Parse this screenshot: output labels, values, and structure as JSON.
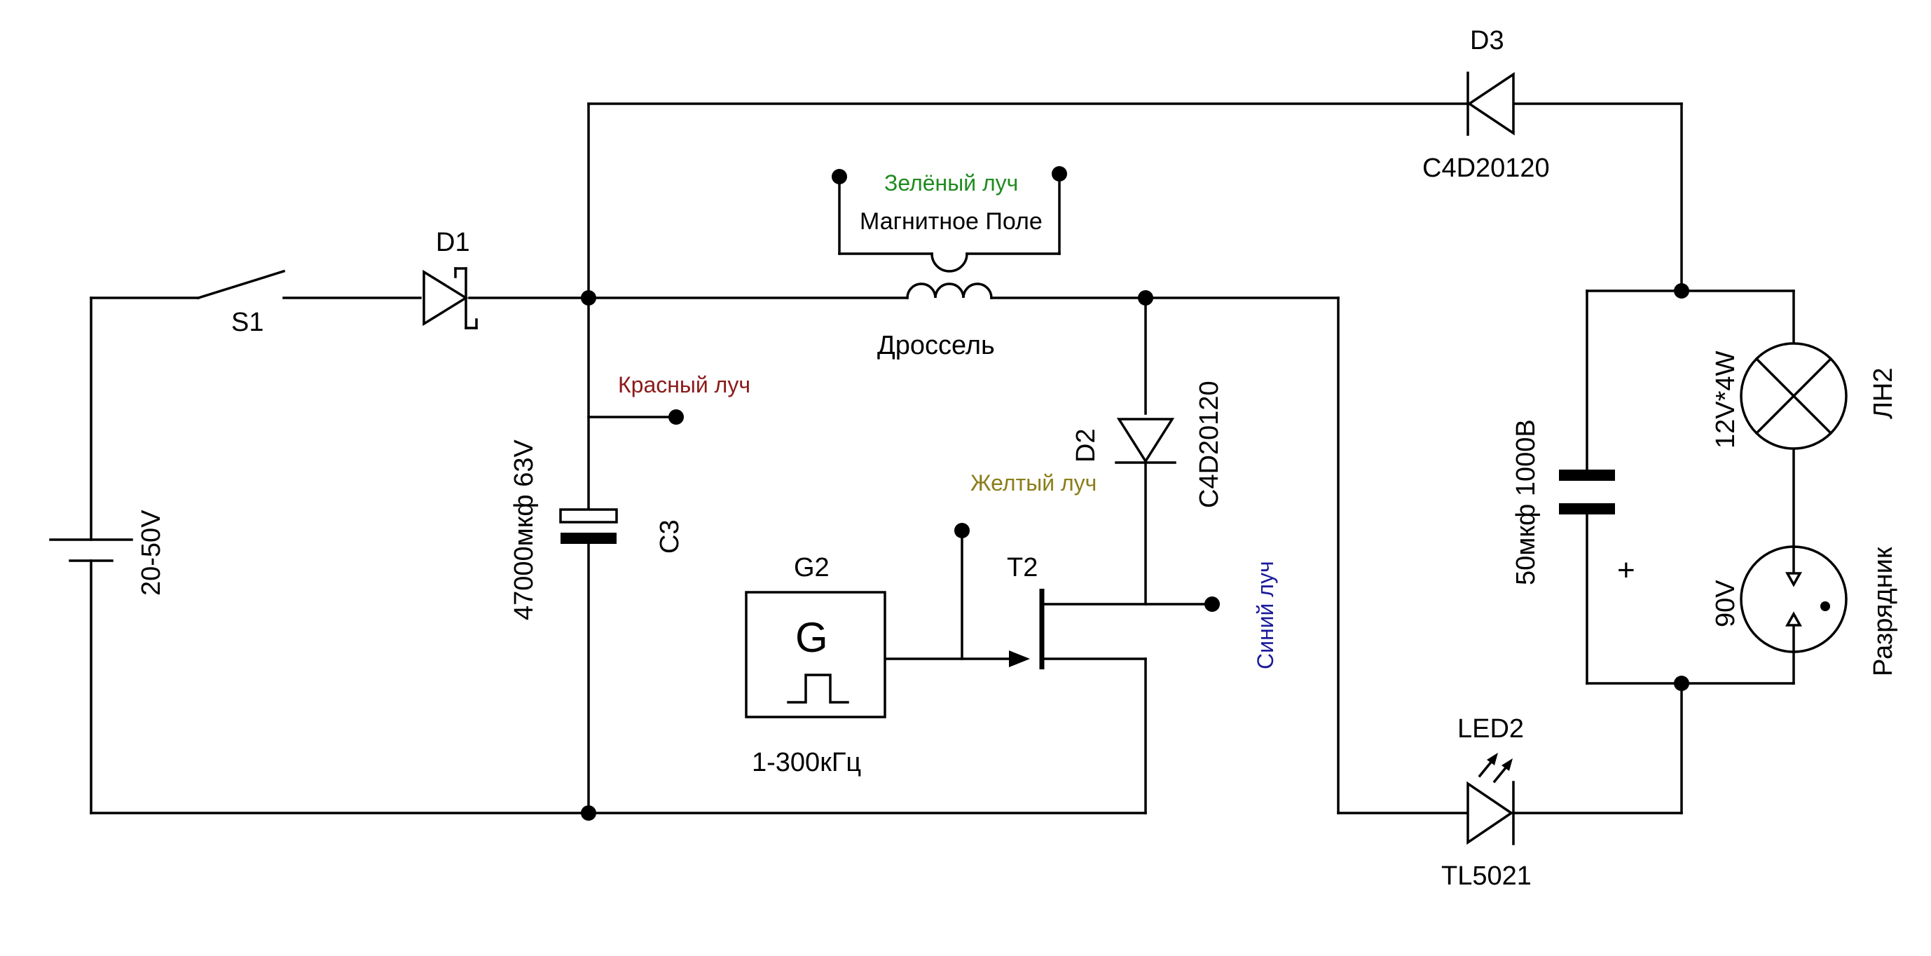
{
  "colors": {
    "wire": "#000000",
    "red_beam": "#8B1A1A",
    "green_beam": "#1F8B1F",
    "yellow_beam": "#8B7E1A",
    "blue_beam": "#1A1A9B"
  },
  "labels": {
    "s1": "S1",
    "d1": "D1",
    "d3": "D3",
    "d3_part": "C4D20120",
    "d2": "D2",
    "d2_part": "C4D20120",
    "battery": "20-50V",
    "c3": "C3",
    "c3_value": "47000мкф 63V",
    "red_beam": "Красный луч",
    "green_beam": "Зелёный луч",
    "magnetic_field": "Магнитное Поле",
    "choke": "Дроссель",
    "yellow_beam": "Желтый луч",
    "blue_beam": "Синий луч",
    "g2": "G2",
    "g_symbol": "G",
    "g2_freq": "1-300кГц",
    "t2": "T2",
    "cap_value": "50мкф  1000В",
    "plus": "+",
    "lamp_value": "12V*4W",
    "lamp_name": "ЛН2",
    "arrester_value": "90V",
    "arrester_name": "Разрядник",
    "led2": "LED2",
    "led2_part": "TL5021"
  }
}
